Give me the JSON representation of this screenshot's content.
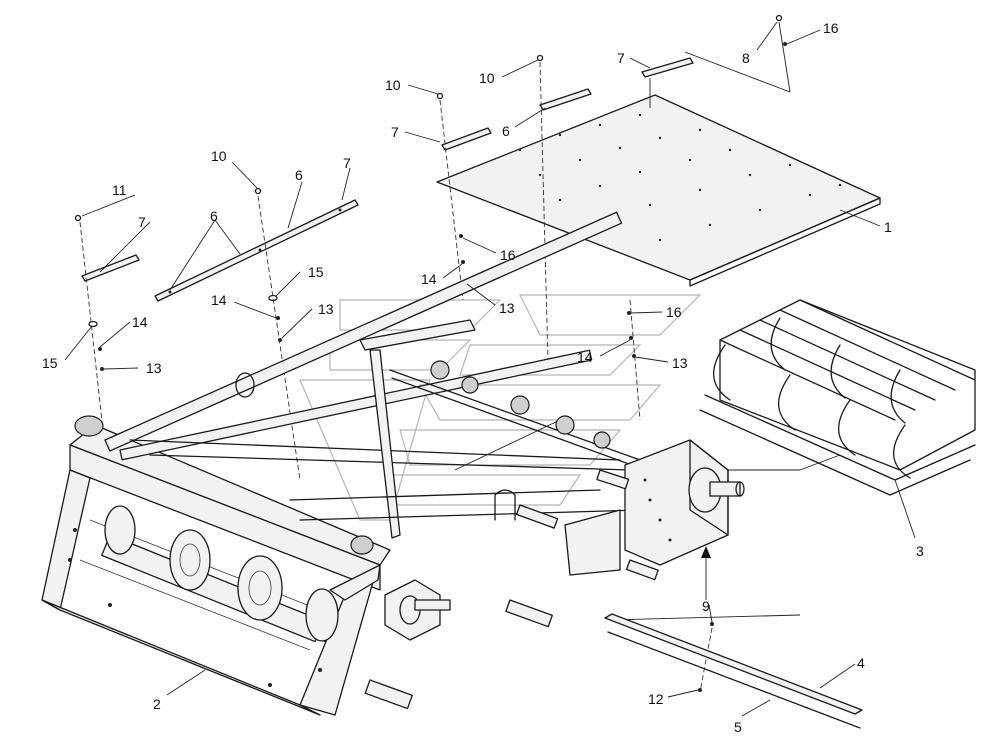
{
  "callouts": [
    {
      "id": "c1",
      "text": "1"
    },
    {
      "id": "c2",
      "text": "2"
    },
    {
      "id": "c3",
      "text": "3"
    },
    {
      "id": "c4",
      "text": "4"
    },
    {
      "id": "c5",
      "text": "5"
    },
    {
      "id": "c6a",
      "text": "6"
    },
    {
      "id": "c6b",
      "text": "6"
    },
    {
      "id": "c6c",
      "text": "6"
    },
    {
      "id": "c7a",
      "text": "7"
    },
    {
      "id": "c7b",
      "text": "7"
    },
    {
      "id": "c7c",
      "text": "7"
    },
    {
      "id": "c7d",
      "text": "7"
    },
    {
      "id": "c8",
      "text": "8"
    },
    {
      "id": "c9",
      "text": "9"
    },
    {
      "id": "c10a",
      "text": "10"
    },
    {
      "id": "c10b",
      "text": "10"
    },
    {
      "id": "c10c",
      "text": "10"
    },
    {
      "id": "c11",
      "text": "11"
    },
    {
      "id": "c12",
      "text": "12"
    },
    {
      "id": "c13a",
      "text": "13"
    },
    {
      "id": "c13b",
      "text": "13"
    },
    {
      "id": "c13c",
      "text": "13"
    },
    {
      "id": "c14a",
      "text": "14"
    },
    {
      "id": "c14b",
      "text": "14"
    },
    {
      "id": "c14c",
      "text": "14"
    },
    {
      "id": "c14d",
      "text": "14"
    },
    {
      "id": "c15a",
      "text": "15"
    },
    {
      "id": "c15b",
      "text": "15"
    },
    {
      "id": "c16a",
      "text": "16"
    },
    {
      "id": "c16b",
      "text": "16"
    },
    {
      "id": "c16c",
      "text": "16"
    }
  ]
}
